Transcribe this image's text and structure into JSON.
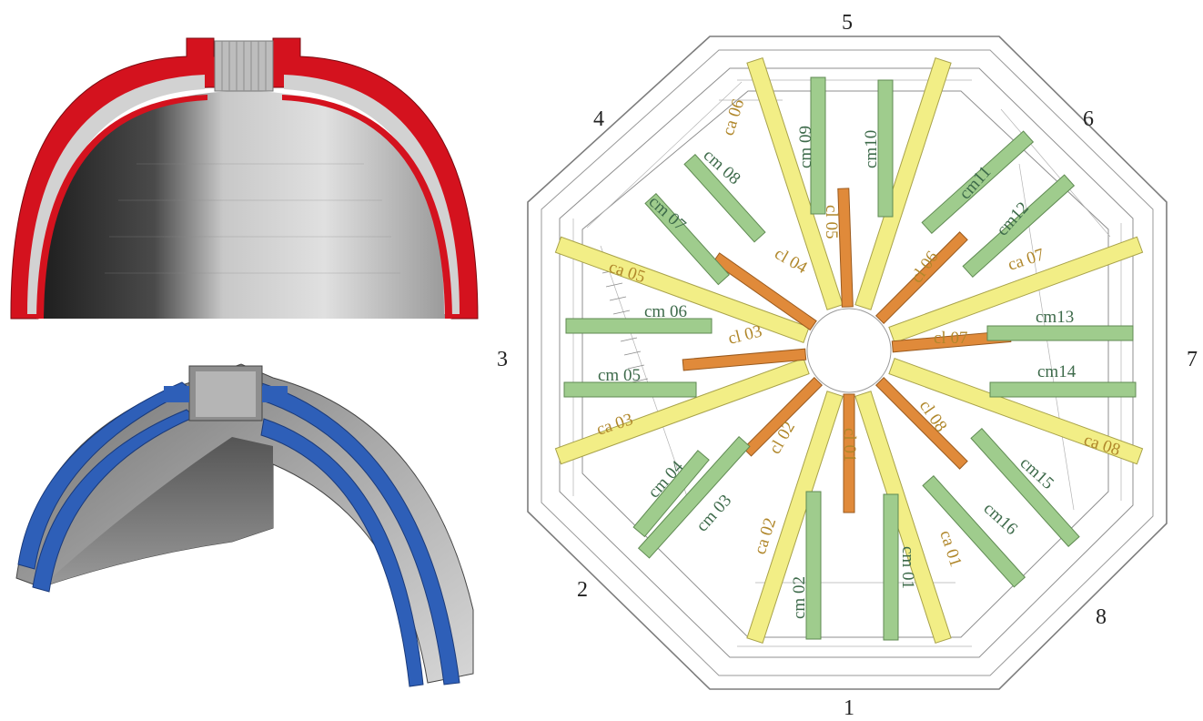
{
  "colors": {
    "steel_red": "#d4121e",
    "steel_blue": "#2e5fb8",
    "gauge_ca": "#f2ee86",
    "gauge_cm": "#9fcc8d",
    "gauge_cl": "#e08a3a",
    "label_ca": "#b0872b",
    "label_cm": "#3d6a4a",
    "label_cl": "#b0872b",
    "line": "#7d7d7d"
  },
  "sides": {
    "s1": "1",
    "s2": "2",
    "s3": "3",
    "s4": "4",
    "s5": "5",
    "s6": "6",
    "s7": "7",
    "s8": "8"
  },
  "gauges": {
    "ca01": "ca 01",
    "ca02": "ca 02",
    "ca03": "ca 03",
    "ca05": "ca 05",
    "ca06": "ca 06",
    "ca07": "ca 07",
    "ca08": "ca 08",
    "cm01": "cm 01",
    "cm02": "cm 02",
    "cm03": "cm 03",
    "cm04": "cm 04",
    "cm05": "cm 05",
    "cm06": "cm 06",
    "cm07": "cm 07",
    "cm08": "cm 08",
    "cm09": "cm 09",
    "cm10": "cm10",
    "cm11": "cm11",
    "cm12": "cm12",
    "cm13": "cm13",
    "cm14": "cm14",
    "cm15": "cm15",
    "cm16": "cm16",
    "cl01": "cl 01",
    "cl02": "cl 02",
    "cl03": "cl 03",
    "cl04": "cl 04",
    "cl05": "cl 05",
    "cl06": "cl 06",
    "cl07": "cl 07",
    "cl08": "cl 08"
  }
}
